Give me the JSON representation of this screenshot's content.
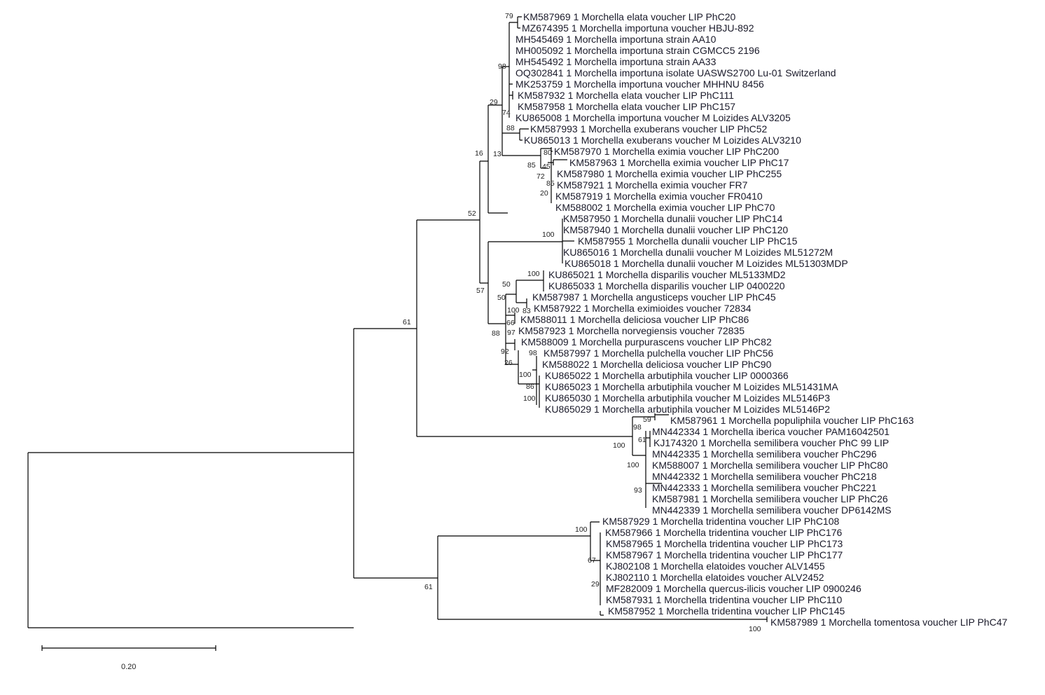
{
  "tree": {
    "taxa": [
      "KM587969 1 Morchella elata voucher LIP PhC20",
      "MZ674395 1 Morchella importuna voucher HBJU-892",
      "MH545469 1 Morchella importuna strain AA10",
      "MH005092 1 Morchella importuna strain CGMCC5 2196",
      "MH545492 1 Morchella importuna strain AA33",
      "OQ302841 1 Morchella importuna isolate UASWS2700 Lu-01 Switzerland",
      "MK253759 1 Morchella importuna voucher MHHNU 8456",
      "KM587932 1 Morchella elata voucher LIP PhC111",
      "KM587958 1 Morchella elata voucher LIP PhC157",
      "KU865008 1 Morchella importuna voucher M Loizides ALV3205",
      "KM587993 1 Morchella exuberans voucher LIP PhC52",
      "KU865013 1 Morchella exuberans voucher M Loizides ALV3210",
      "KM587970 1 Morchella eximia voucher LIP PhC200",
      "KM587963 1 Morchella eximia voucher LIP PhC17",
      "KM587980 1 Morchella eximia voucher LIP PhC255",
      "KM587921 1 Morchella eximia voucher FR7",
      "KM587919 1 Morchella eximia voucher FR0410",
      "KM588002 1 Morchella eximia voucher LIP PhC70",
      "KM587950 1 Morchella dunalii voucher LIP PhC14",
      "KM587940 1 Morchella dunalii voucher LIP PhC120",
      "KM587955 1 Morchella dunalii voucher LIP PhC15",
      "KU865016 1 Morchella dunalii voucher M Loizides ML51272M",
      "KU865018 1 Morchella dunalii voucher M Loizides ML51303MDP",
      "KU865021 1 Morchella disparilis voucher ML5133MD2",
      "KU865033 1 Morchella disparilis voucher LIP 0400220",
      "KM587987 1 Morchella angusticeps voucher LIP PhC45",
      "KM587922 1 Morchella eximioides voucher 72834",
      "KM588011 1 Morchella deliciosa voucher LIP PhC86",
      "KM587923 1 Morchella norvegiensis voucher 72835",
      "KM588009 1 Morchella purpurascens voucher LIP PhC82",
      "KM587997 1 Morchella pulchella voucher LIP PhC56",
      "KM588022 1 Morchella deliciosa voucher LIP PhC90",
      "KU865022 1 Morchella arbutiphila voucher LIP 0000366",
      "KU865023 1 Morchella arbutiphila voucher M Loizides ML51431MA",
      "KU865030 1 Morchella arbutiphila voucher M Loizides ML5146P3",
      "KU865029 1 Morchella arbutiphila voucher M Loizides ML5146P2",
      "KM587961 1 Morchella populiphila voucher LIP PhC163",
      "MN442334 1 Morchella iberica voucher PAM16042501",
      "KJ174320 1 Morchella semilibera voucher PhC 99 LIP",
      "MN442335 1 Morchella semilibera voucher PhC296",
      "KM588007 1 Morchella semilibera voucher LIP PhC80",
      "MN442332 1 Morchella semilibera voucher PhC218",
      "MN442333 1 Morchella semilibera voucher PhC221",
      "KM587981 1 Morchella semilibera voucher LIP PhC26",
      "MN442339 1 Morchella semilibera voucher DP6142MS",
      "KM587929 1 Morchella tridentina voucher LIP PhC108",
      "KM587966 1 Morchella tridentina voucher LIP PhC176",
      "KM587965 1 Morchella tridentina voucher LIP PhC173",
      "KM587967 1 Morchella tridentina voucher LIP PhC177",
      "KJ802108 1 Morchella elatoides voucher ALV1455",
      "KJ802110 1 Morchella elatoides voucher ALV2452",
      "MF282009 1 Morchella quercus-ilicis voucher LIP 0900246",
      "KM587931 1 Morchella tridentina voucher LIP PhC110",
      "KM587952 1 Morchella tridentina voucher LIP PhC145",
      "KM587989 1 Morchella tomentosa voucher LIP PhC47"
    ],
    "bootstrap": [
      "79",
      "98",
      "29",
      "74",
      "88",
      "16",
      "13",
      "80",
      "85",
      "45",
      "72",
      "85",
      "20",
      "52",
      "100",
      "100",
      "50",
      "50",
      "57",
      "100",
      "83",
      "66",
      "88",
      "97",
      "98",
      "92",
      "26",
      "100",
      "86",
      "100",
      "59",
      "98",
      "61",
      "100",
      "100",
      "93",
      "100",
      "67",
      "29",
      "61",
      "61",
      "100"
    ],
    "scale_bar_label": "0.20"
  }
}
